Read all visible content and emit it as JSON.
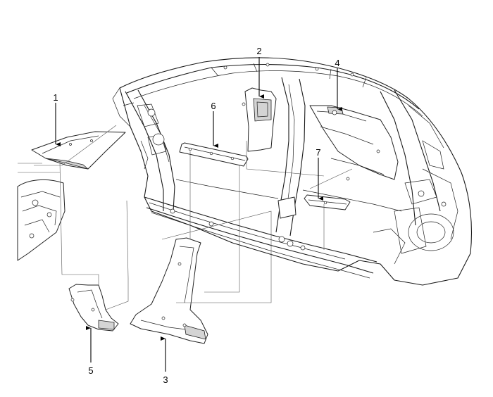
{
  "callouts": [
    {
      "id": "1",
      "label": "1"
    },
    {
      "id": "2",
      "label": "2"
    },
    {
      "id": "3",
      "label": "3"
    },
    {
      "id": "4",
      "label": "4"
    },
    {
      "id": "5",
      "label": "5"
    },
    {
      "id": "6",
      "label": "6"
    },
    {
      "id": "7",
      "label": "7"
    }
  ],
  "colors": {
    "line": "#222222",
    "shade": "#d4d4d4",
    "background": "#ffffff"
  }
}
